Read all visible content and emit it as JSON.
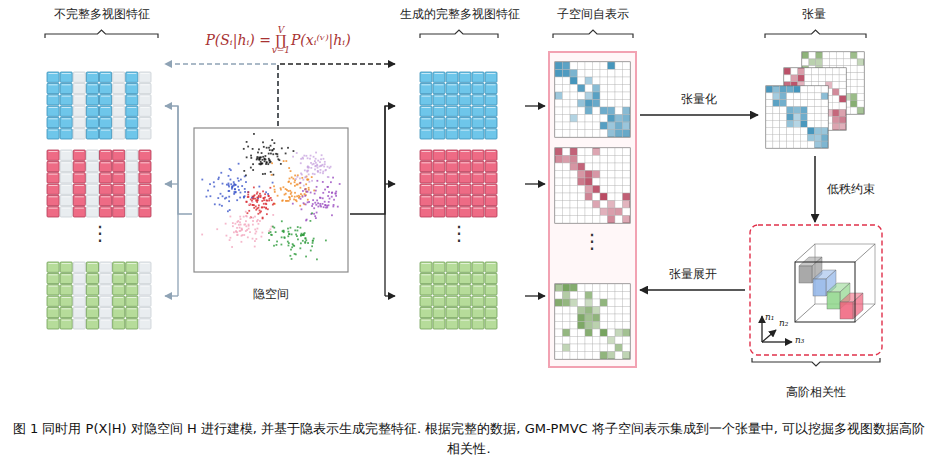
{
  "diagram": {
    "caption": "图 1 同时用 P(X|H) 对隐空间 H 进行建模, 并基于隐表示生成完整特征. 根据完整的数据, GM-PMVC 将子空间表示集成到一个张量中, 可以挖掘多视图数据高阶相关性.",
    "nodes": [
      {
        "text": [
          "不完整多视图特征"
        ]
      },
      {
        "text": [
          "隐空间"
        ]
      },
      {
        "text": [
          "生成的完整多视图特征"
        ]
      },
      {
        "text": [
          "子空间自表示"
        ]
      },
      {
        "text": [
          "张量"
        ]
      },
      {
        "text": [
          "高阶相关性"
        ]
      }
    ],
    "edges": [
      {
        "from": 1,
        "to": 0,
        "arrow": "to"
      },
      {
        "from": 1,
        "to": 2,
        "arrow": "to"
      },
      {
        "from": 1,
        "to": 0,
        "arrow": "to"
      },
      {
        "from": 1,
        "to": 2,
        "arrow": "to"
      },
      {
        "from": 2,
        "to": 3,
        "arrow": "to"
      },
      {
        "from": 3,
        "to": 4,
        "label": "张量化",
        "arrow": "to"
      },
      {
        "from": 4,
        "to": 5,
        "label": "低秩约束",
        "arrow": "to"
      },
      {
        "from": 5,
        "to": 3,
        "label": "张量展开",
        "arrow": "to"
      }
    ],
    "labels": [
      "P(Sᵢ|hᵢ) = ∏ P(xᵢ⁽ᵛ⁾|hᵢ)",
      "V",
      "v=1",
      "⋮",
      "⋮",
      "⋮",
      "n₁",
      "n₂",
      "n₃"
    ]
  }
}
